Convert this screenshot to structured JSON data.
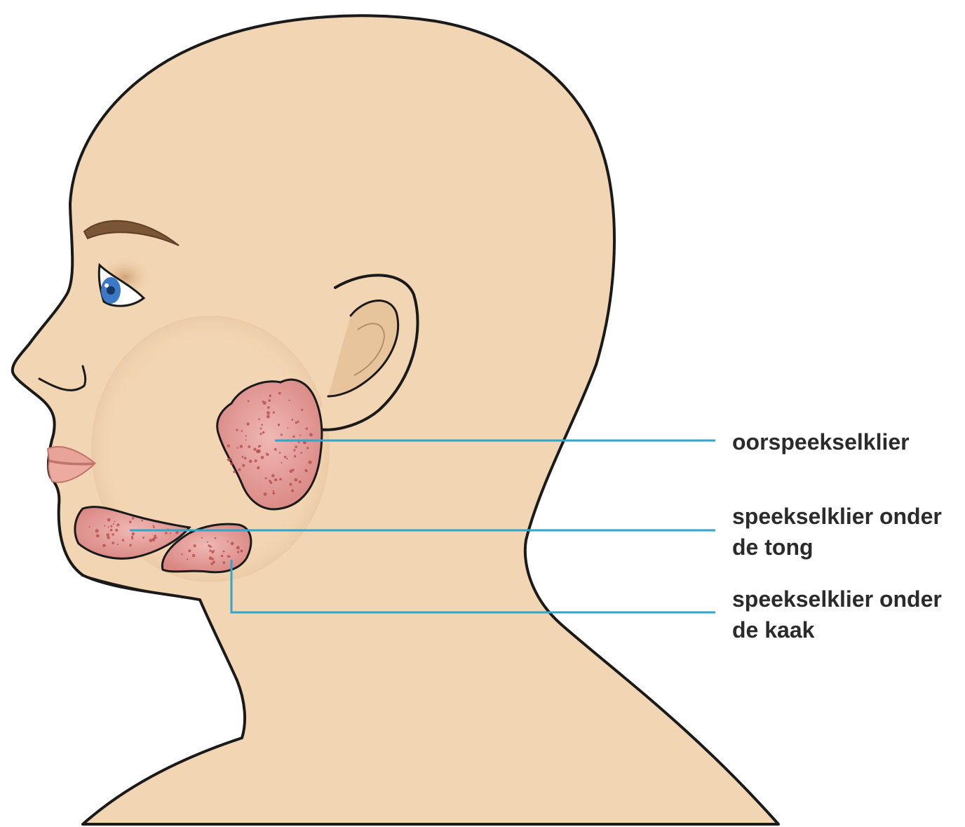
{
  "figure": {
    "colors": {
      "skin": "#f2d5b2",
      "outline": "#1a1a1a",
      "gland": "#d98e8e",
      "gland_dots": "#b34a4a",
      "leader_line": "#2fa6cc",
      "eyebrow": "#7a5536",
      "iris": "#3c78c8",
      "lips": "#e9a49a"
    },
    "labels": [
      {
        "id": "parotid",
        "lines": [
          "oorspeekselklier"
        ]
      },
      {
        "id": "sublingual",
        "lines": [
          "speekselklier onder",
          "de tong"
        ]
      },
      {
        "id": "submandibular",
        "lines": [
          "speekselklier onder",
          "de kaak"
        ]
      }
    ]
  }
}
